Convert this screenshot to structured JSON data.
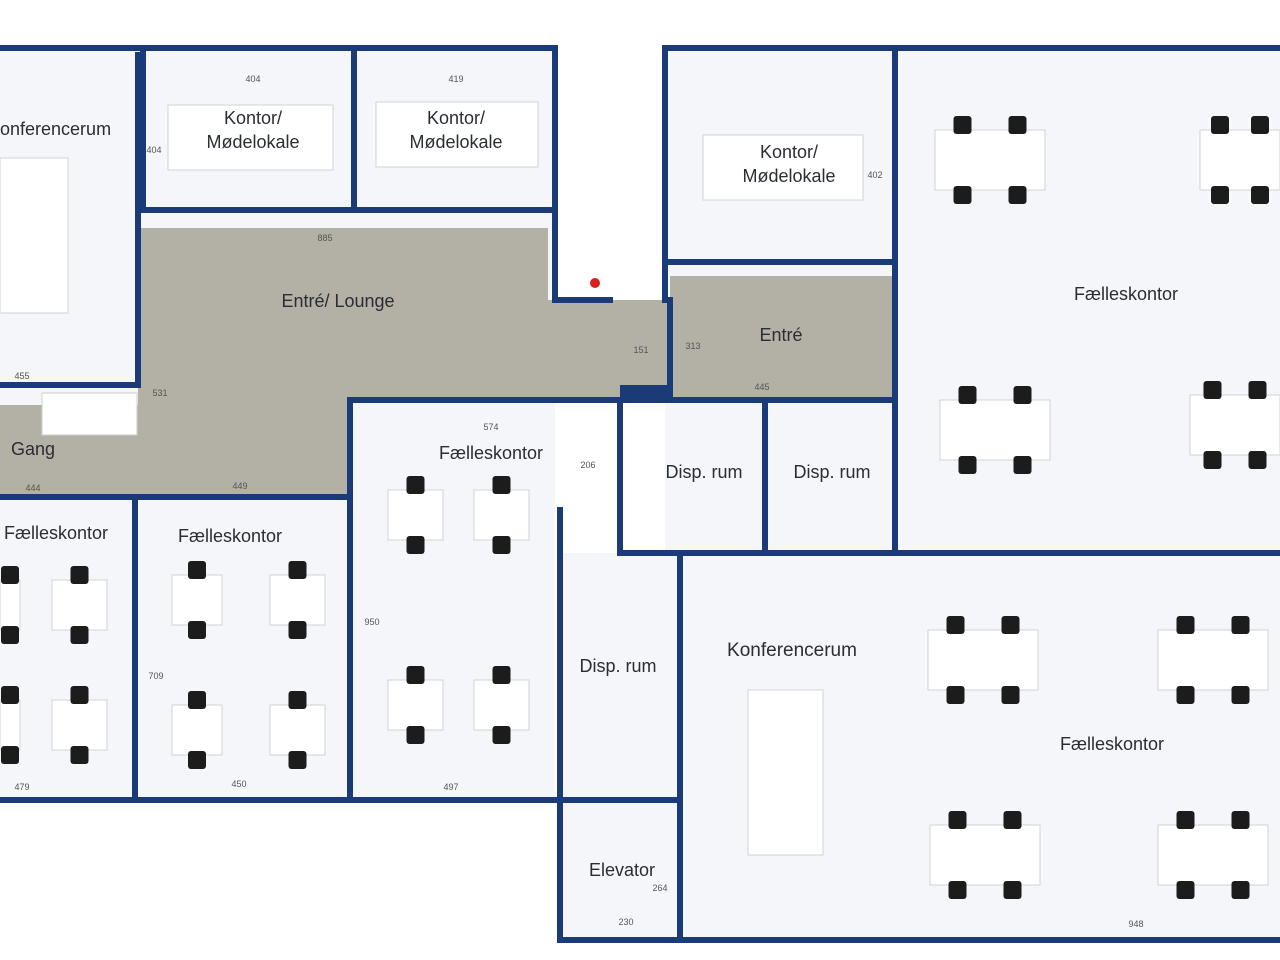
{
  "rooms": {
    "konferencerum_nw": "onferencerum",
    "kontor_404": [
      "Kontor/",
      "Mødelokale"
    ],
    "kontor_419": [
      "Kontor/",
      "Mødelokale"
    ],
    "kontor_402": [
      "Kontor/",
      "Mødelokale"
    ],
    "entre_lounge": "Entré/ Lounge",
    "entre": "Entré",
    "gang": "Gang",
    "faelles_ne": "Fælleskontor",
    "faelles_center": "Fælleskontor",
    "faelles_sw1": "Fælleskontor",
    "faelles_sw2": "Fælleskontor",
    "disp_1": "Disp. rum",
    "disp_2": "Disp. rum",
    "disp_3": "Disp. rum",
    "konferencerum_s": "Konferencerum",
    "elevator": "Elevator",
    "faelles_se": "Fælleskontor"
  },
  "dimensions": {
    "d404a": "404",
    "d419": "419",
    "d404b": "404",
    "d885": "885",
    "d402": "402",
    "d455": "455",
    "d531": "531",
    "d151": "151",
    "d313": "313",
    "d445": "445",
    "d574": "574",
    "d206": "206",
    "d444": "444",
    "d449": "449",
    "d950": "950",
    "d709": "709",
    "d479": "479",
    "d450": "450",
    "d497": "497",
    "d264": "264",
    "d230": "230",
    "d948": "948"
  },
  "colors": {
    "wall": "#1b3a78",
    "lounge_floor": "#b3b0a6",
    "room_floor": "#f4f6f9"
  }
}
